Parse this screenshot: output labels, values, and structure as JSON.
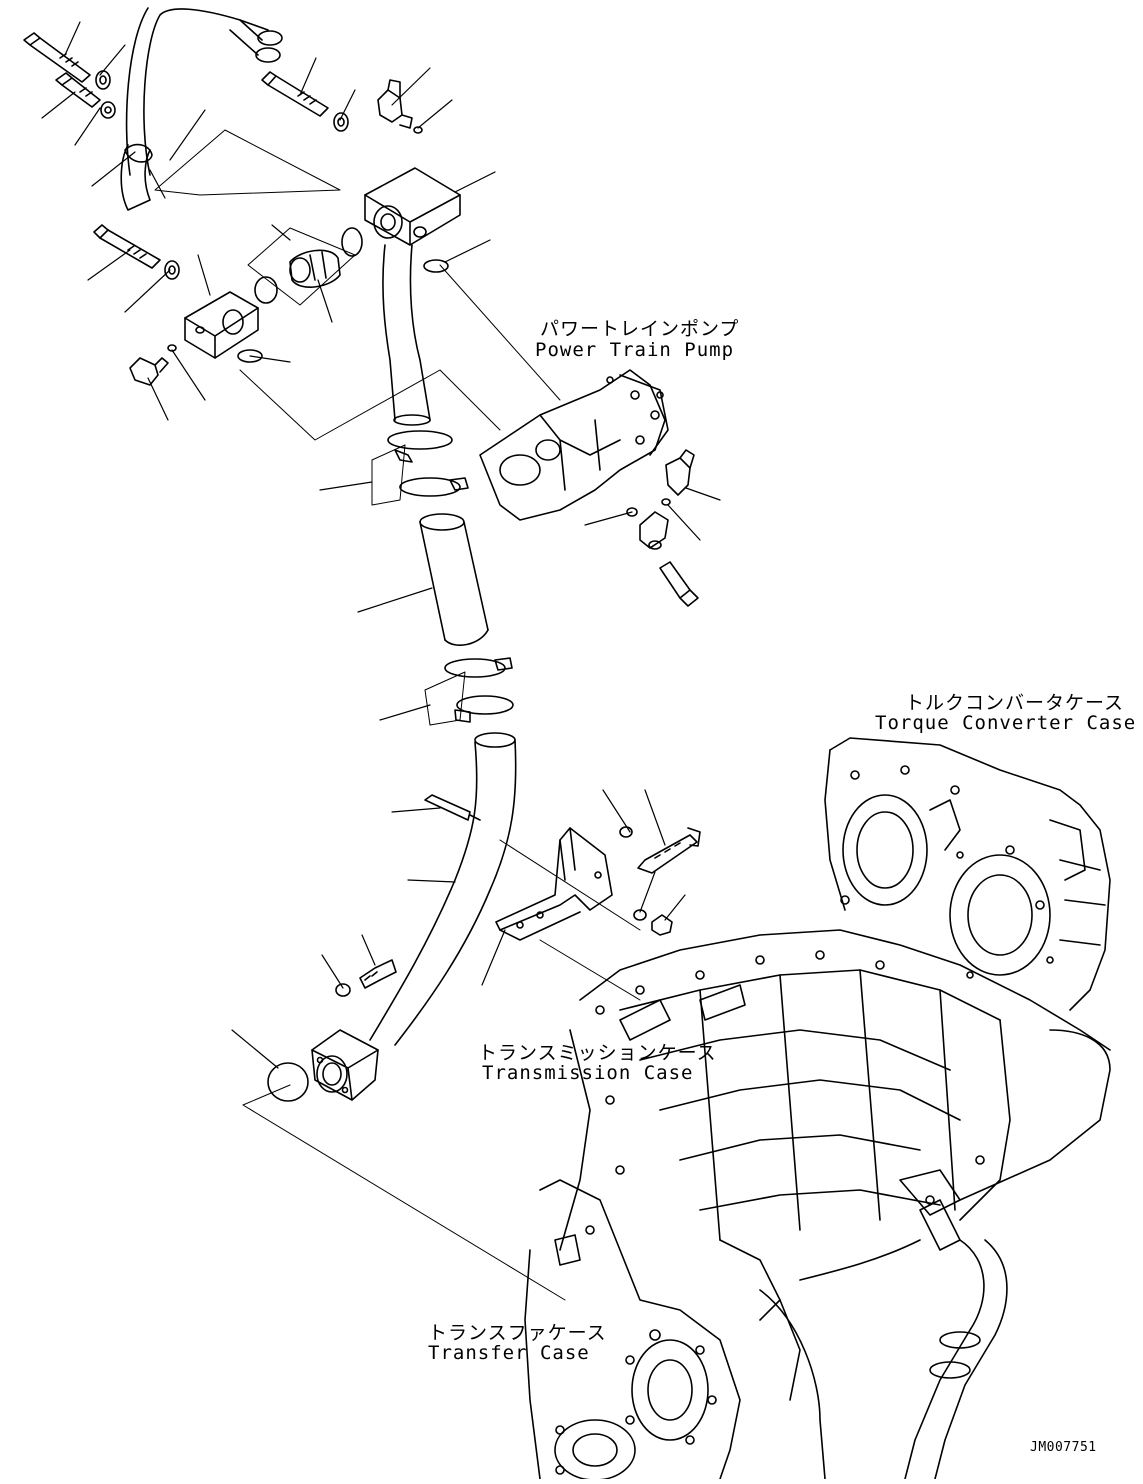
{
  "labels": {
    "power_train_pump_jp": "パワートレインポンプ",
    "power_train_pump_en": "Power Train Pump",
    "torque_converter_case_jp": "トルクコンバータケース",
    "torque_converter_case_en": "Torque Converter Case",
    "transmission_case_jp": "トランスミッションケース",
    "transmission_case_en": "Transmission Case",
    "transfer_case_jp": "トランスファケース",
    "transfer_case_en": "Transfer Case"
  },
  "drawing_code": "JM007751",
  "colors": {
    "line": "#000000",
    "background": "#ffffff"
  }
}
